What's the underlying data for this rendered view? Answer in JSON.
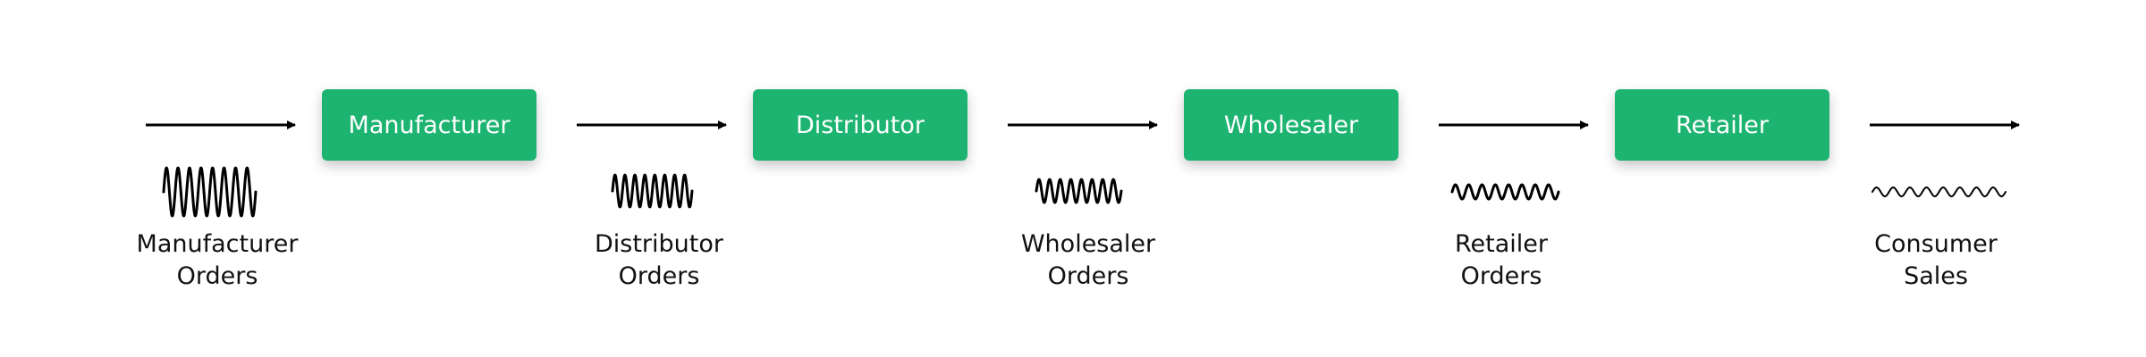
{
  "colors": {
    "box_fill": "#1CB470",
    "arrow": "#000000",
    "wave": "#000000",
    "text": "#111111"
  },
  "stages": [
    {
      "name": "Manufacturer"
    },
    {
      "name": "Distributor"
    },
    {
      "name": "Wholesaler"
    },
    {
      "name": "Retailer"
    }
  ],
  "signals": [
    {
      "line1": "Manufacturer",
      "line2": "Orders",
      "variability": "highest"
    },
    {
      "line1": "Distributor",
      "line2": "Orders",
      "variability": "high"
    },
    {
      "line1": "Wholesaler",
      "line2": "Orders",
      "variability": "medium"
    },
    {
      "line1": "Retailer",
      "line2": "Orders",
      "variability": "low"
    },
    {
      "line1": "Consumer",
      "line2": "Sales",
      "variability": "lowest"
    }
  ]
}
